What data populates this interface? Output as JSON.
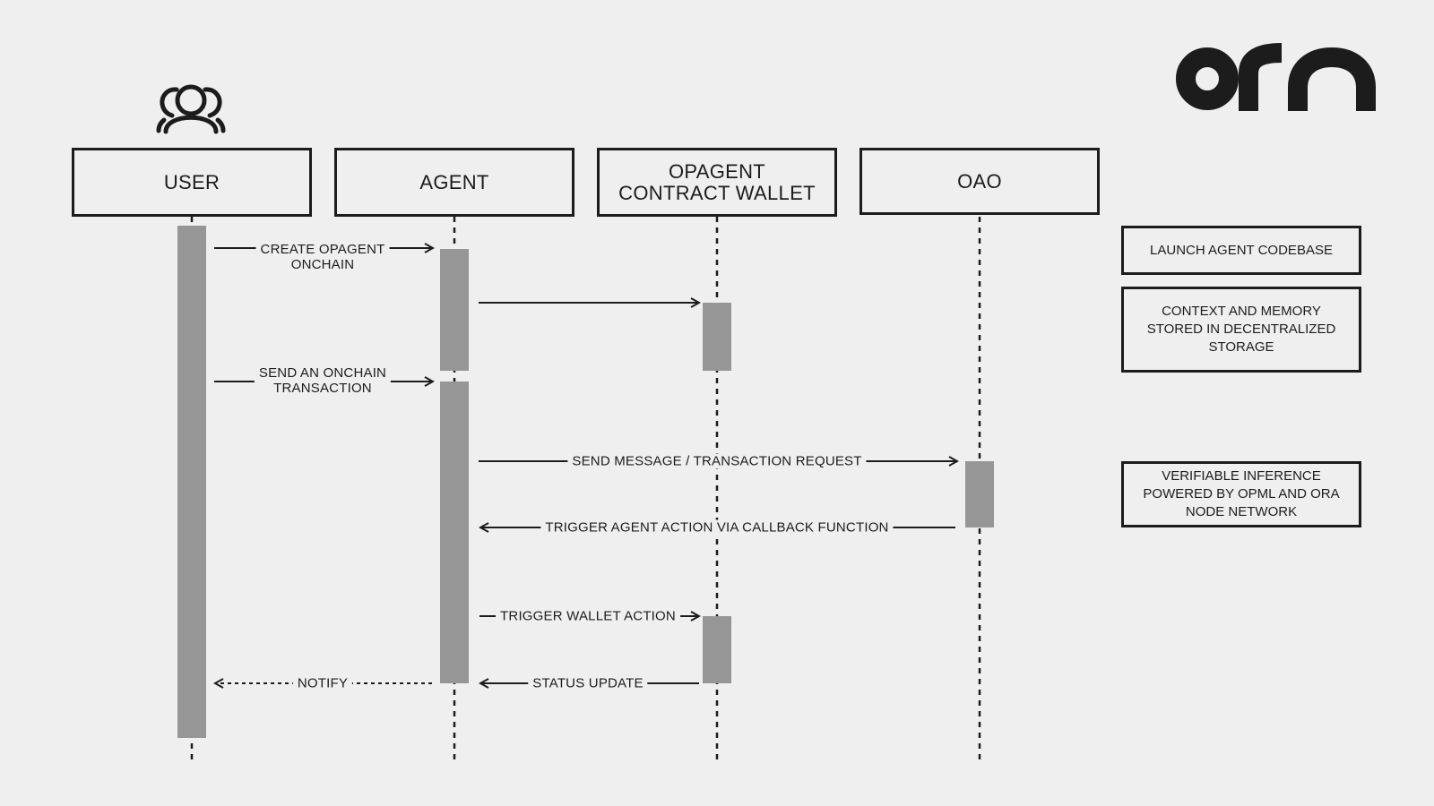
{
  "logo": {
    "text": "ora"
  },
  "user_icon": "users-icon",
  "participants": [
    {
      "id": "user",
      "label": "USER"
    },
    {
      "id": "agent",
      "label": "AGENT"
    },
    {
      "id": "wallet",
      "label": "OPAGENT\nCONTRACT WALLET"
    },
    {
      "id": "oao",
      "label": "OAO"
    }
  ],
  "messages": [
    {
      "id": "create-opagent",
      "label": "CREATE OPAGENT\nONCHAIN",
      "style": "solid"
    },
    {
      "id": "agent-to-wallet",
      "label": "",
      "style": "solid"
    },
    {
      "id": "send-onchain-tx",
      "label": "SEND AN ONCHAIN\nTRANSACTION",
      "style": "solid"
    },
    {
      "id": "send-message-request",
      "label": "SEND MESSAGE / TRANSACTION REQUEST",
      "style": "solid"
    },
    {
      "id": "trigger-agent-action",
      "label": "TRIGGER AGENT ACTION VIA CALLBACK FUNCTION",
      "style": "solid"
    },
    {
      "id": "trigger-wallet-action",
      "label": "TRIGGER WALLET ACTION",
      "style": "solid"
    },
    {
      "id": "status-update",
      "label": "STATUS UPDATE",
      "style": "solid"
    },
    {
      "id": "notify",
      "label": "NOTIFY",
      "style": "dashed"
    }
  ],
  "notes": [
    {
      "id": "launch",
      "label": "LAUNCH AGENT CODEBASE"
    },
    {
      "id": "context",
      "label": "CONTEXT AND MEMORY\nSTORED IN DECENTRALIZED\nSTORAGE"
    },
    {
      "id": "inference",
      "label": "VERIFIABLE INFERENCE\nPOWERED BY OPML AND ORA\nNODE NETWORK"
    }
  ],
  "colors": {
    "background": "#efefef",
    "ink": "#1c1c1c",
    "activation": "#969696"
  }
}
